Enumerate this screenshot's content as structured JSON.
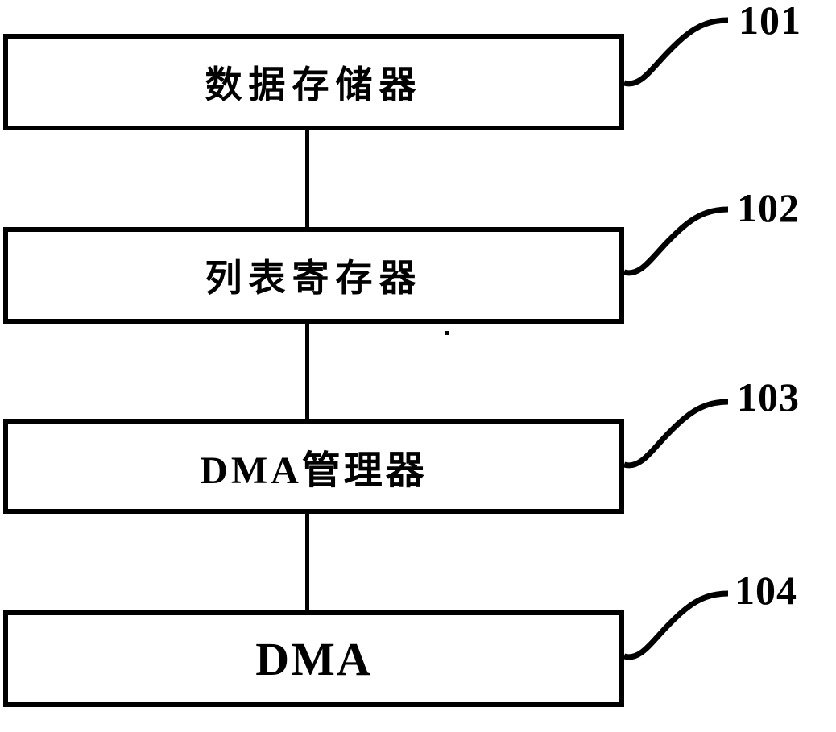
{
  "figure": {
    "background": "#ffffff",
    "line_color": "#000000",
    "boxes": [
      {
        "ref": "101",
        "label": "数据存储器"
      },
      {
        "ref": "102",
        "label": "列表寄存器"
      },
      {
        "ref": "103",
        "label": "DMA管理器"
      },
      {
        "ref": "104",
        "label": "DMA"
      }
    ]
  }
}
